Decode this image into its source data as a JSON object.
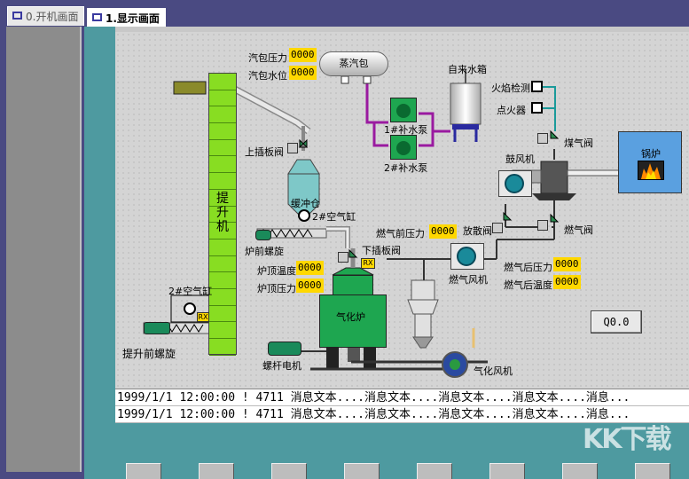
{
  "tabs": [
    {
      "label": "0.开机画面",
      "active": false
    },
    {
      "label": "1.显示画面",
      "active": true
    }
  ],
  "labels": {
    "drum_pressure": "汽包压力",
    "drum_level": "汽包水位",
    "steam_drum": "蒸汽包",
    "water_tank": "自来水箱",
    "flame_detect": "火焰检测",
    "igniter": "点火器",
    "pump1": "1#补水泵",
    "pump2": "2#补水泵",
    "upper_valve": "上插板阀",
    "buffer_bin": "缓冲仓",
    "air_cylinder_a": "2#空气缸",
    "air_cylinder_b": "2#空气缸",
    "front_screw": "炉前螺旋",
    "lower_valve": "下插板阀",
    "gas_front_pressure": "燃气前压力",
    "furnace_top_temp": "炉顶温度",
    "furnace_top_pressure": "炉顶压力",
    "gasifier": "气化炉",
    "screw_motor": "螺杆电机",
    "gasify_fan": "气化风机",
    "gas_fan": "燃气风机",
    "release_valve": "放散阀",
    "gas_valve_1": "煤气阀",
    "gas_valve_2": "燃气阀",
    "blower": "鼓风机",
    "boiler": "锅炉",
    "gas_after_pressure": "燃气后压力",
    "gas_after_temp": "燃气后温度",
    "elevator": "提升机",
    "pre_lift_screw": "提升前螺旋",
    "rx_a": "RX",
    "rx_b": "RX"
  },
  "values": {
    "drum_pressure": "0000",
    "drum_level": "0000",
    "gas_front_pressure": "0000",
    "furnace_top_temp": "0000",
    "furnace_top_pressure": "0000",
    "gas_after_pressure": "0000",
    "gas_after_temp": "0000"
  },
  "q0_button": "Q0.0",
  "messages": [
    "1999/1/1 12:00:00 ! 4711 消息文本....消息文本....消息文本....消息文本....消息...",
    "1999/1/1 12:00:00 ! 4711 消息文本....消息文本....消息文本....消息文本....消息..."
  ],
  "colors": {
    "background": "#4a4a82",
    "canvas": "#d4d4d4",
    "teal": "#4e9aa0",
    "elevator": "#88dd22",
    "gasifier": "#1ea650",
    "value_bg": "#ffd800",
    "pipe_purple": "#9a1aa0",
    "pipe_teal": "#1a9a9a",
    "furnace": "#5aa0e0"
  },
  "watermark": "KK下载"
}
